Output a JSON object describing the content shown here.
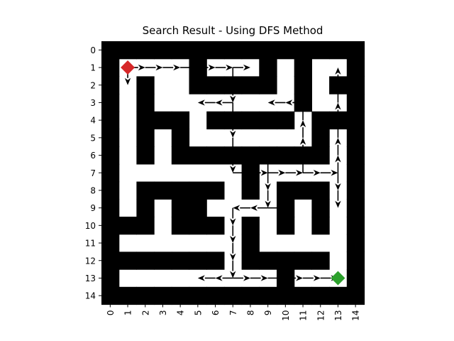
{
  "title": "Search Result - Using DFS Method",
  "maze": {
    "rows": [
      "111111111111111",
      "100001000101001",
      "101001111101011",
      "101000000001001",
      "101110111110111",
      "101010000000101",
      "101011111111101",
      "100000001000001",
      "101111101011101",
      "101011000010101",
      "111011101010101",
      "100000001000001",
      "111111101111101",
      "100000000010001",
      "111111111111111"
    ]
  },
  "start": {
    "row": 1,
    "col": 1,
    "color": "#d62728"
  },
  "goal": {
    "row": 13,
    "col": 13,
    "color": "#2ca02c"
  },
  "arrows": [
    [
      1,
      1,
      1,
      2
    ],
    [
      1,
      1,
      2,
      1
    ],
    [
      2,
      1,
      3,
      1
    ],
    [
      3,
      1,
      4,
      1
    ],
    [
      4,
      1,
      5,
      1
    ],
    [
      5,
      1,
      6,
      1
    ],
    [
      6,
      1,
      7,
      1
    ],
    [
      7,
      1,
      8,
      1
    ],
    [
      7,
      1,
      7,
      2
    ],
    [
      7,
      2,
      7,
      3
    ],
    [
      7,
      3,
      6,
      3
    ],
    [
      6,
      3,
      5,
      3
    ],
    [
      7,
      3,
      7,
      4
    ],
    [
      7,
      4,
      7,
      5
    ],
    [
      7,
      5,
      7,
      6
    ],
    [
      7,
      6,
      7,
      7
    ],
    [
      7,
      7,
      8,
      7
    ],
    [
      8,
      7,
      9,
      7
    ],
    [
      9,
      7,
      9,
      6
    ],
    [
      9,
      7,
      9,
      8
    ],
    [
      9,
      8,
      9,
      9
    ],
    [
      9,
      9,
      8,
      9
    ],
    [
      9,
      9,
      10,
      9
    ],
    [
      8,
      9,
      7,
      9
    ],
    [
      7,
      9,
      7,
      10
    ],
    [
      7,
      10,
      7,
      11
    ],
    [
      7,
      11,
      7,
      12
    ],
    [
      7,
      12,
      7,
      13
    ],
    [
      7,
      13,
      6,
      13
    ],
    [
      6,
      13,
      5,
      13
    ],
    [
      7,
      13,
      8,
      13
    ],
    [
      8,
      13,
      9,
      13
    ],
    [
      9,
      13,
      10,
      13
    ],
    [
      10,
      13,
      11,
      13
    ],
    [
      11,
      13,
      12,
      13
    ],
    [
      12,
      13,
      13,
      13
    ],
    [
      9,
      7,
      10,
      7
    ],
    [
      10,
      7,
      11,
      7
    ],
    [
      11,
      7,
      11,
      6
    ],
    [
      11,
      6,
      11,
      5
    ],
    [
      11,
      5,
      11,
      4
    ],
    [
      11,
      4,
      11,
      3
    ],
    [
      11,
      3,
      10,
      3
    ],
    [
      10,
      3,
      9,
      3
    ],
    [
      11,
      3,
      11,
      2
    ],
    [
      11,
      2,
      11,
      1
    ],
    [
      11,
      7,
      12,
      7
    ],
    [
      12,
      7,
      13,
      7
    ],
    [
      13,
      7,
      13,
      6
    ],
    [
      13,
      6,
      13,
      5
    ],
    [
      13,
      5,
      13,
      4
    ],
    [
      13,
      4,
      13,
      3
    ],
    [
      13,
      3,
      13,
      2
    ],
    [
      13,
      2,
      13,
      1
    ],
    [
      13,
      7,
      13,
      8
    ],
    [
      13,
      8,
      13,
      9
    ]
  ],
  "axis": {
    "yticks": [
      "0",
      "1",
      "2",
      "3",
      "4",
      "5",
      "6",
      "7",
      "8",
      "9",
      "10",
      "11",
      "12",
      "13",
      "14"
    ],
    "xticks": [
      "0",
      "1",
      "2",
      "3",
      "4",
      "5",
      "6",
      "7",
      "8",
      "9",
      "10",
      "11",
      "12",
      "13",
      "14"
    ]
  },
  "colors": {
    "wall": "#000000",
    "open": "#ffffff",
    "arrow": "#000000"
  }
}
